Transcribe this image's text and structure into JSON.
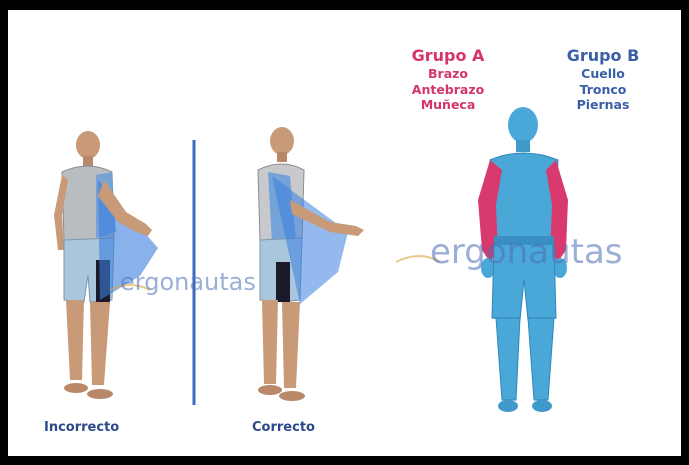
{
  "figures": {
    "incorrect": {
      "caption": "Incorrecto"
    },
    "correct": {
      "caption": "Correcto"
    }
  },
  "groups": {
    "a": {
      "title": "Grupo A",
      "items": [
        "Brazo",
        "Antebrazo",
        "Muñeca"
      ],
      "color": "#d4356b"
    },
    "b": {
      "title": "Grupo B",
      "items": [
        "Cuello",
        "Tronco",
        "Piernas"
      ],
      "color": "#3a5ea8"
    }
  },
  "watermark": {
    "text": "ergonautas"
  },
  "colors": {
    "skin": "#c89a78",
    "arm_highlight": "#d93a6e",
    "body_highlight": "#4aa8d8",
    "angle_wedge": "#3b7fe0",
    "divider": "#3a6bc0"
  }
}
